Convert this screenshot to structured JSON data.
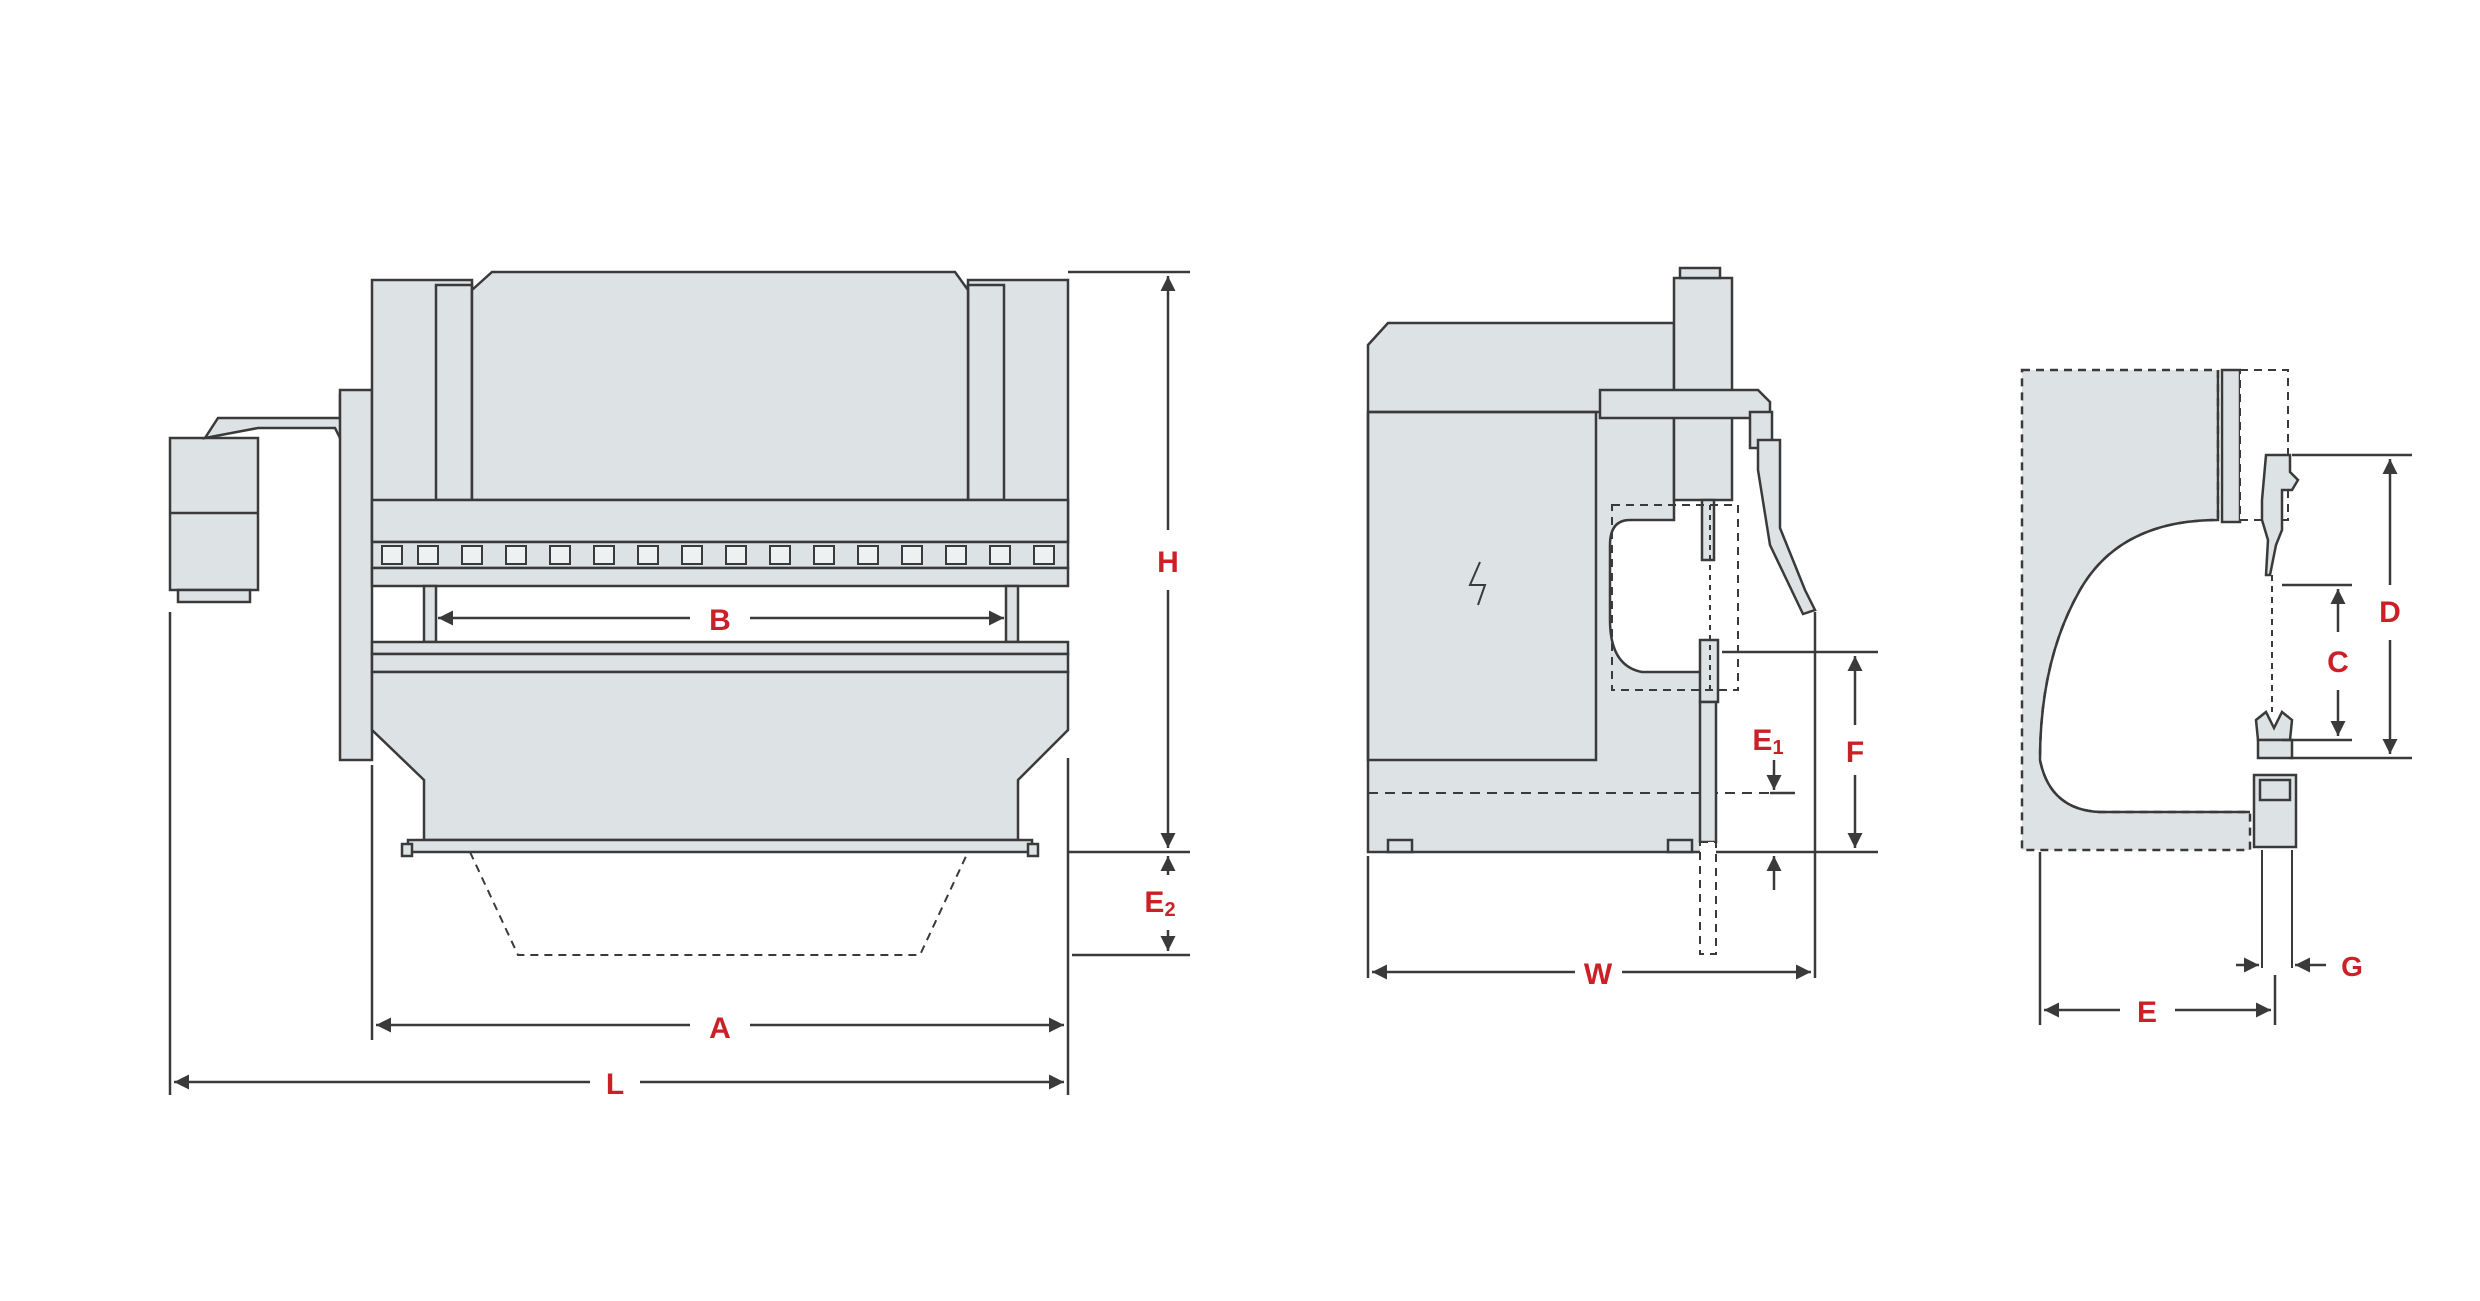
{
  "colors": {
    "fill": "#dde3e4",
    "stroke": "#3a3a3a",
    "label": "#cc1f26"
  },
  "labels": {
    "A": "A",
    "B": "B",
    "C": "C",
    "D": "D",
    "E": "E",
    "E1_main": "E",
    "E1_sub": "1",
    "E2_main": "E",
    "E2_sub": "2",
    "F": "F",
    "G": "G",
    "H": "H",
    "L": "L",
    "W": "W"
  }
}
